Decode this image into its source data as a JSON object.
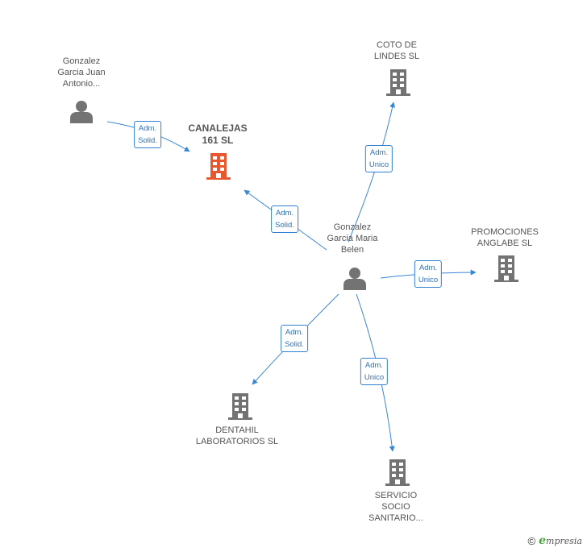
{
  "colors": {
    "edge": "#3a86d4",
    "company": "#737373",
    "company_focus": "#e8572d",
    "person": "#737373"
  },
  "nodes": {
    "person_juan": {
      "label": [
        "Gonzalez",
        "Garcia Juan",
        "Antonio..."
      ],
      "icon": "person-icon"
    },
    "canalejas": {
      "label": [
        "CANALEJAS",
        "161 SL"
      ],
      "icon": "building-icon"
    },
    "coto": {
      "label": [
        "COTO DE",
        "LINDES  SL"
      ],
      "icon": "building-icon"
    },
    "person_maria": {
      "label": [
        "Gonzalez",
        "Garcia Maria",
        "Belen"
      ],
      "icon": "person-icon"
    },
    "promociones": {
      "label": [
        "PROMOCIONES",
        "ANGLABE SL"
      ],
      "icon": "building-icon"
    },
    "dentahil": {
      "label": [
        "DENTAHIL",
        "LABORATORIOS SL"
      ],
      "icon": "building-icon"
    },
    "servicio": {
      "label": [
        "SERVICIO",
        "SOCIO",
        "SANITARIO..."
      ],
      "icon": "building-icon"
    }
  },
  "edges": {
    "juan_canalejas": [
      "Adm.",
      "Solid."
    ],
    "maria_canalejas": [
      "Adm.",
      "Solid."
    ],
    "maria_coto": [
      "Adm.",
      "Unico"
    ],
    "maria_promociones": [
      "Adm.",
      "Unico"
    ],
    "maria_dentahil": [
      "Adm.",
      "Solid."
    ],
    "maria_servicio": [
      "Adm.",
      "Unico"
    ]
  },
  "footer": {
    "copyright_symbol": "©",
    "brand_initial": "e",
    "brand_rest": "mpresia"
  }
}
